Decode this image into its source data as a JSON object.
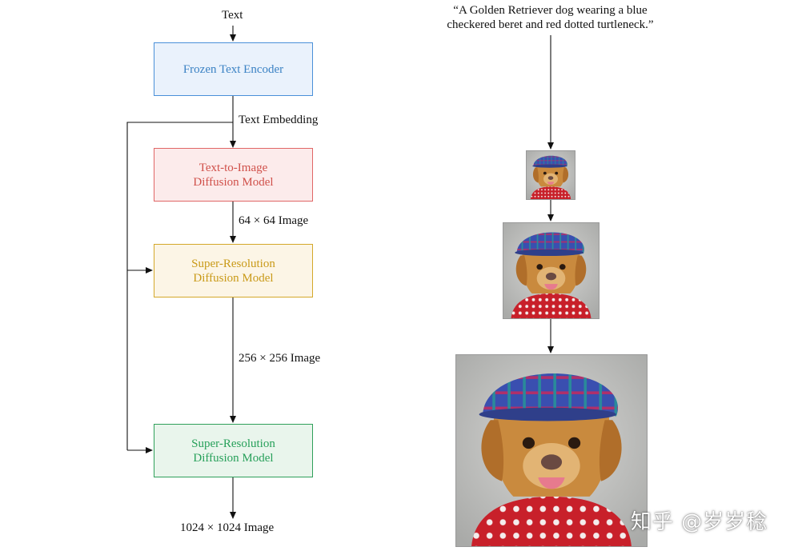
{
  "pipeline": {
    "input_label": "Text",
    "text_encoder": {
      "label": "Frozen Text Encoder",
      "border": "#4a90d9",
      "fill": "#eaf2fc",
      "text_color": "#3b82c4"
    },
    "embedding_label": "Text Embedding",
    "base_model": {
      "line1": "Text-to-Image",
      "line2": "Diffusion Model",
      "border": "#e06666",
      "fill": "#fcebeb",
      "text_color": "#d0504a"
    },
    "edge_64": "64 × 64 Image",
    "sr_model_1": {
      "line1": "Super-Resolution",
      "line2": "Diffusion Model",
      "border": "#d4a82a",
      "fill": "#fcf5e6",
      "text_color": "#c99a18"
    },
    "edge_256": "256 × 256 Image",
    "sr_model_2": {
      "line1": "Super-Resolution",
      "line2": "Diffusion Model",
      "border": "#2fa05a",
      "fill": "#e9f5ec",
      "text_color": "#27a05a"
    },
    "output_label": "1024 × 1024 Image"
  },
  "example": {
    "caption_line1": "“A Golden Retriever dog wearing a blue",
    "caption_line2": "checkered beret and red dotted turtleneck.”",
    "images": [
      "golden-retriever-64",
      "golden-retriever-256",
      "golden-retriever-1024"
    ]
  },
  "watermark": "知乎 @岁岁稔"
}
